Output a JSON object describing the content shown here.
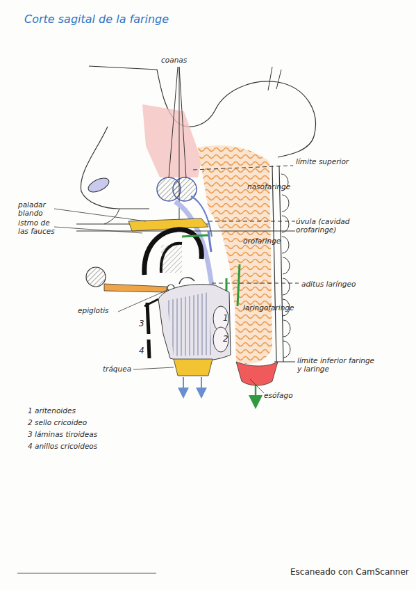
{
  "diagram": {
    "title": "Corte sagital de la faringe",
    "labels": [
      "coanas",
      "límite superior",
      "nasofaringe",
      "paladar blando",
      "istmo de las fauces",
      "úvula (cavidad orofaringe)",
      "orofaringe",
      "aditus laríngeo",
      "laringofaringe",
      "epiglotis",
      "1",
      "2",
      "3",
      "4",
      "tráquea",
      "límite inferior faringe y laringe",
      "esófago",
      "1 aritenoides",
      "2 sello cricoideo",
      "3 láminas tiroideas",
      "4 anillos cricoideos",
      "Escaneado con CamScanner"
    ]
  }
}
